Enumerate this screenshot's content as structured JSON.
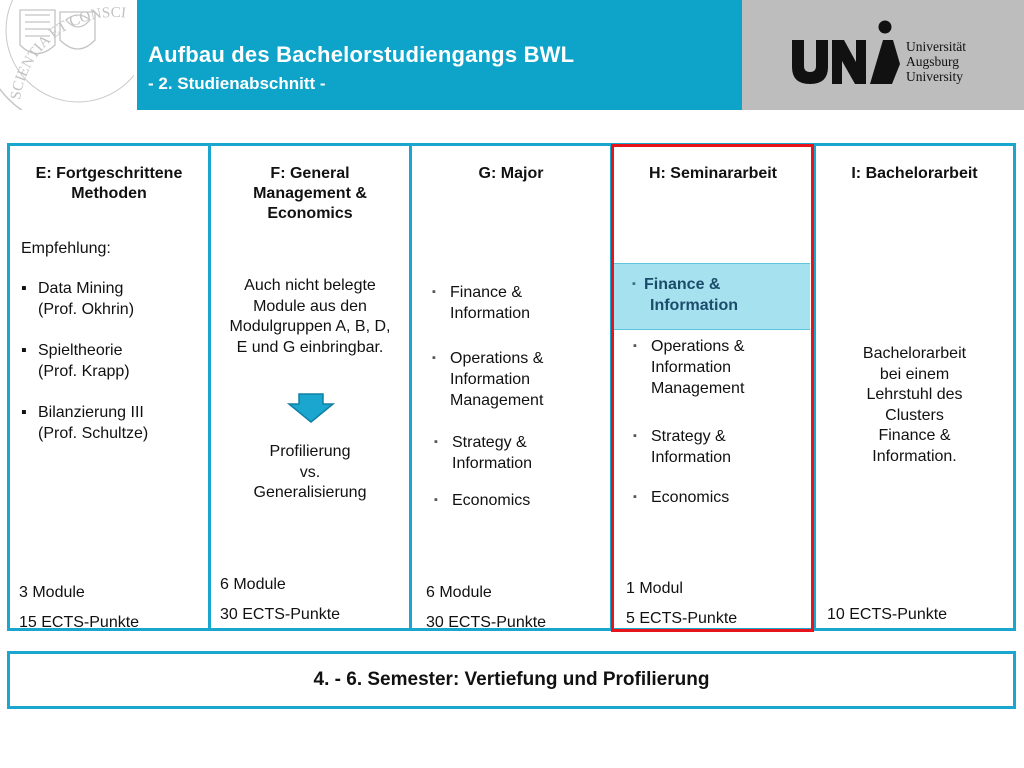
{
  "header": {
    "title": "Aufbau des Bachelorstudiengangs BWL",
    "subtitle": "- 2. Studienabschnitt -",
    "seal_text": "SCIENTIA ET CONSCIENTIA",
    "logo": {
      "mark": "UNA",
      "lines": [
        "Universität",
        "Augsburg",
        "University"
      ]
    },
    "bar_color": "#0ea3c9",
    "logo_bg": "#bdbdbd"
  },
  "columns": {
    "e": {
      "heading": "E: Fortgeschrittene Methoden",
      "intro": "Empfehlung:",
      "items": [
        {
          "line1": "Data Mining",
          "line2": "(Prof. Okhrin)"
        },
        {
          "line1": "Spieltheorie",
          "line2": "(Prof. Krapp)"
        },
        {
          "line1": "Bilanzierung III",
          "line2": "(Prof. Schultze)"
        }
      ],
      "modules": "3 Module",
      "ects": "15 ECTS-Punkte"
    },
    "f": {
      "heading": "F: General Management & Economics",
      "text": [
        "Auch nicht belegte",
        "Module aus den",
        "Modulgruppen A, B, D,",
        "E und G einbringbar."
      ],
      "profile": [
        "Profilierung",
        "vs.",
        "Generalisierung"
      ],
      "modules": "6 Module",
      "ects": "30 ECTS-Punkte"
    },
    "g": {
      "heading": "G: Major",
      "items": [
        [
          "Finance &",
          "Information"
        ],
        [
          "Operations &",
          "Information",
          "Management"
        ],
        [
          "Strategy &",
          "Information"
        ],
        [
          "Economics"
        ]
      ],
      "modules": "6 Module",
      "ects": "30 ECTS-Punkte"
    },
    "h": {
      "heading": "H: Seminararbeit",
      "highlight": [
        "Finance &",
        "Information"
      ],
      "items": [
        [
          "Operations &",
          "Information",
          "Management"
        ],
        [
          "Strategy &",
          "Information"
        ],
        [
          "Economics"
        ]
      ],
      "modules": "1 Modul",
      "ects": "5 ECTS-Punkte"
    },
    "i": {
      "heading": "I: Bachelorarbeit",
      "text": [
        "Bachelorarbeit",
        "bei einem",
        "Lehrstuhl des",
        "Clusters",
        "Finance &",
        "Information."
      ],
      "ects": "10 ECTS-Punkte"
    }
  },
  "footer": "4. - 6. Semester: Vertiefung und Profilierung",
  "colors": {
    "border": "#1aa6cf",
    "highlight_border": "#e8141c",
    "highlight_fill": "#a6e1ef",
    "arrow": "#1aa6cf"
  }
}
